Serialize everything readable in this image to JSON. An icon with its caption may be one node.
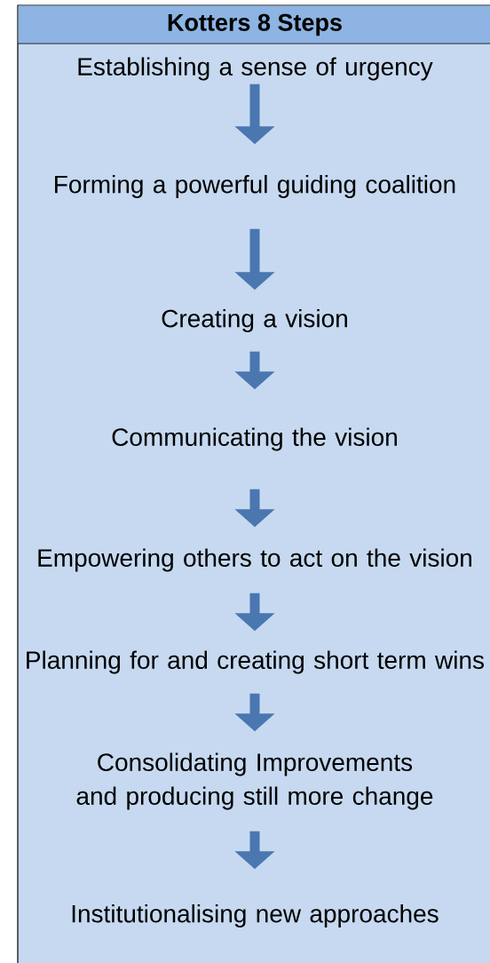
{
  "diagram": {
    "title": "Kotters 8 Steps",
    "nodes": [
      {
        "text": [
          "Establishing a sense of urgency"
        ]
      },
      {
        "text": [
          "Forming a powerful guiding coalition"
        ]
      },
      {
        "text": [
          "Creating a vision"
        ]
      },
      {
        "text": [
          "Communicating the vision"
        ]
      },
      {
        "text": [
          "Empowering others to act on the vision"
        ]
      },
      {
        "text": [
          "Planning for and creating short term wins"
        ]
      },
      {
        "text": [
          "Consolidating Improvements and producing still more change"
        ]
      },
      {
        "text": [
          "Institutionalising new approaches"
        ]
      }
    ],
    "edges": [
      {
        "from": 0,
        "to": 1,
        "arrow": "to"
      },
      {
        "from": 1,
        "to": 2,
        "arrow": "to"
      },
      {
        "from": 2,
        "to": 3,
        "arrow": "to"
      },
      {
        "from": 3,
        "to": 4,
        "arrow": "to"
      },
      {
        "from": 4,
        "to": 5,
        "arrow": "to"
      },
      {
        "from": 5,
        "to": 6,
        "arrow": "to"
      },
      {
        "from": 6,
        "to": 7,
        "arrow": "to"
      }
    ]
  }
}
